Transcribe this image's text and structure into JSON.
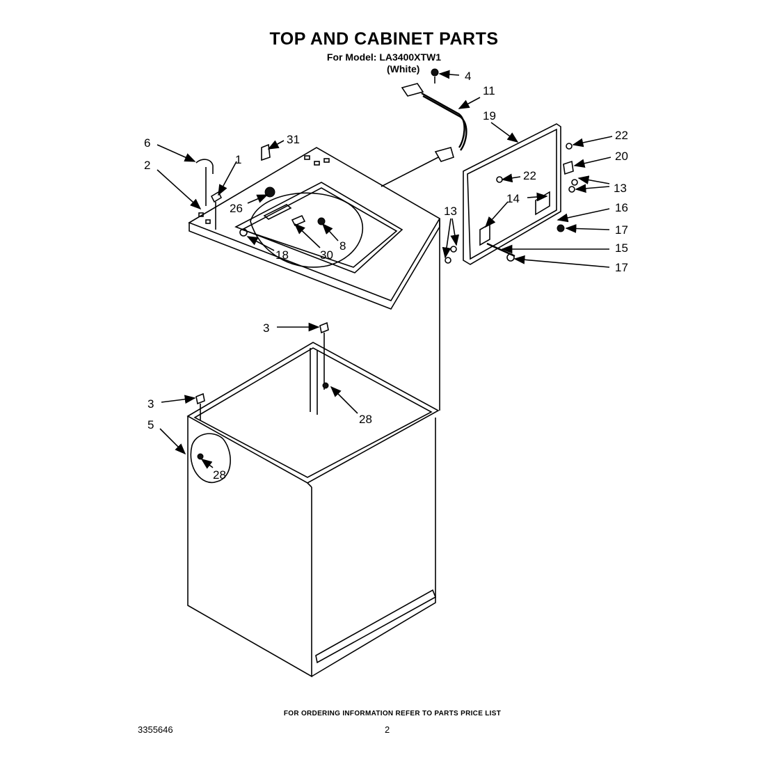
{
  "header": {
    "title": "TOP AND CABINET PARTS",
    "model_line": "For Model: LA3400XTW1",
    "color_variant": "(White)"
  },
  "footer": {
    "ordering_note": "FOR ORDERING INFORMATION REFER TO PARTS PRICE LIST",
    "document_number": "3355646",
    "page_number": "2"
  },
  "callouts": {
    "c1": "1",
    "c2": "2",
    "c3a": "3",
    "c3b": "3",
    "c4": "4",
    "c5": "5",
    "c6": "6",
    "c8": "8",
    "c11": "11",
    "c13a": "13",
    "c13b": "13",
    "c14": "14",
    "c15": "15",
    "c16": "16",
    "c17a": "17",
    "c17b": "17",
    "c18": "18",
    "c19": "19",
    "c20": "20",
    "c22a": "22",
    "c22b": "22",
    "c26": "26",
    "c28a": "28",
    "c28b": "28",
    "c30": "30",
    "c31": "31"
  }
}
